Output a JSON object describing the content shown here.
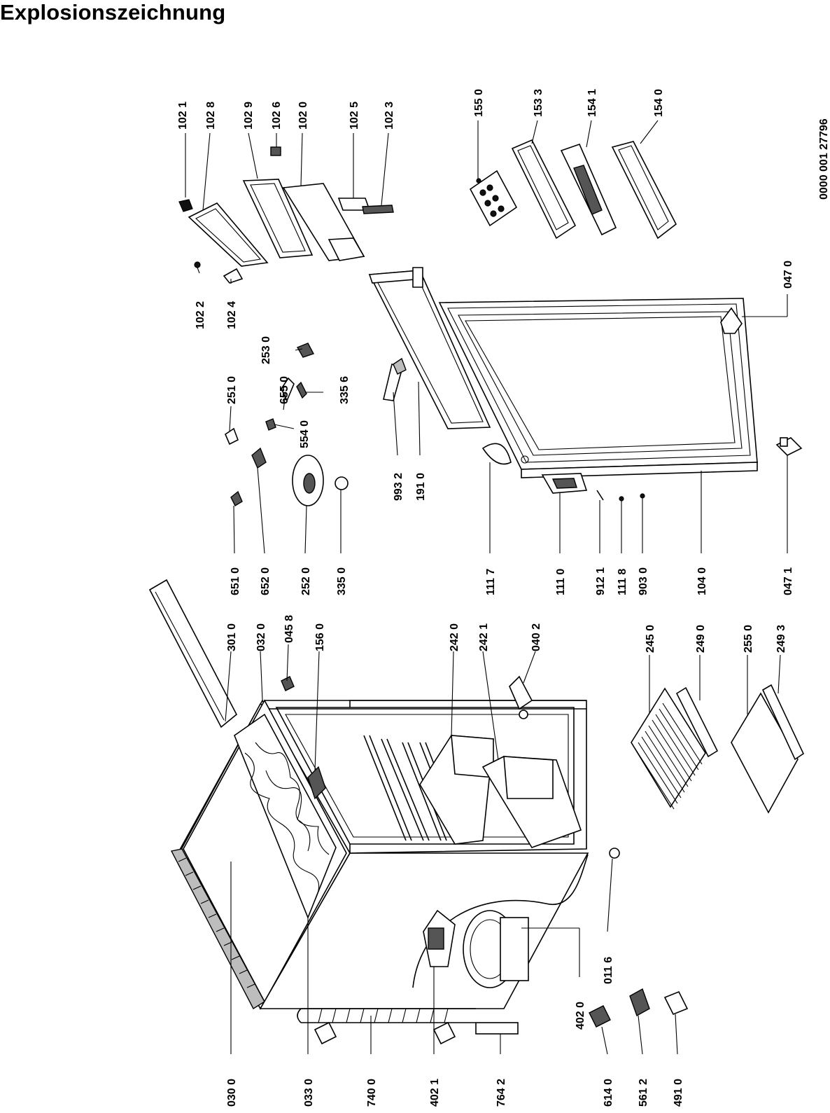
{
  "title": "Explosionszeichnung",
  "drawing_number": "0000 001 27796",
  "parts": [
    "102 1",
    "102 8",
    "102 9",
    "102 6",
    "102 0",
    "102 5",
    "102 3",
    "155 0",
    "153 3",
    "154 1",
    "154 0",
    "102 2",
    "102 4",
    "253 0",
    "251 0",
    "655 0",
    "335 6",
    "554 0",
    "047 0",
    "993 2",
    "191 0",
    "651 0",
    "652 0",
    "252 0",
    "335 0",
    "111 7",
    "111 0",
    "912 1",
    "111 8",
    "903 0",
    "104 0",
    "047 1",
    "301 0",
    "032 0",
    "045 8",
    "156 0",
    "242 0",
    "242 1",
    "040 2",
    "245 0",
    "249 0",
    "255 0",
    "249 3",
    "030 0",
    "033 0",
    "740 0",
    "402 1",
    "764 2",
    "402 0",
    "011 6",
    "614 0",
    "561 2",
    "491 0"
  ]
}
